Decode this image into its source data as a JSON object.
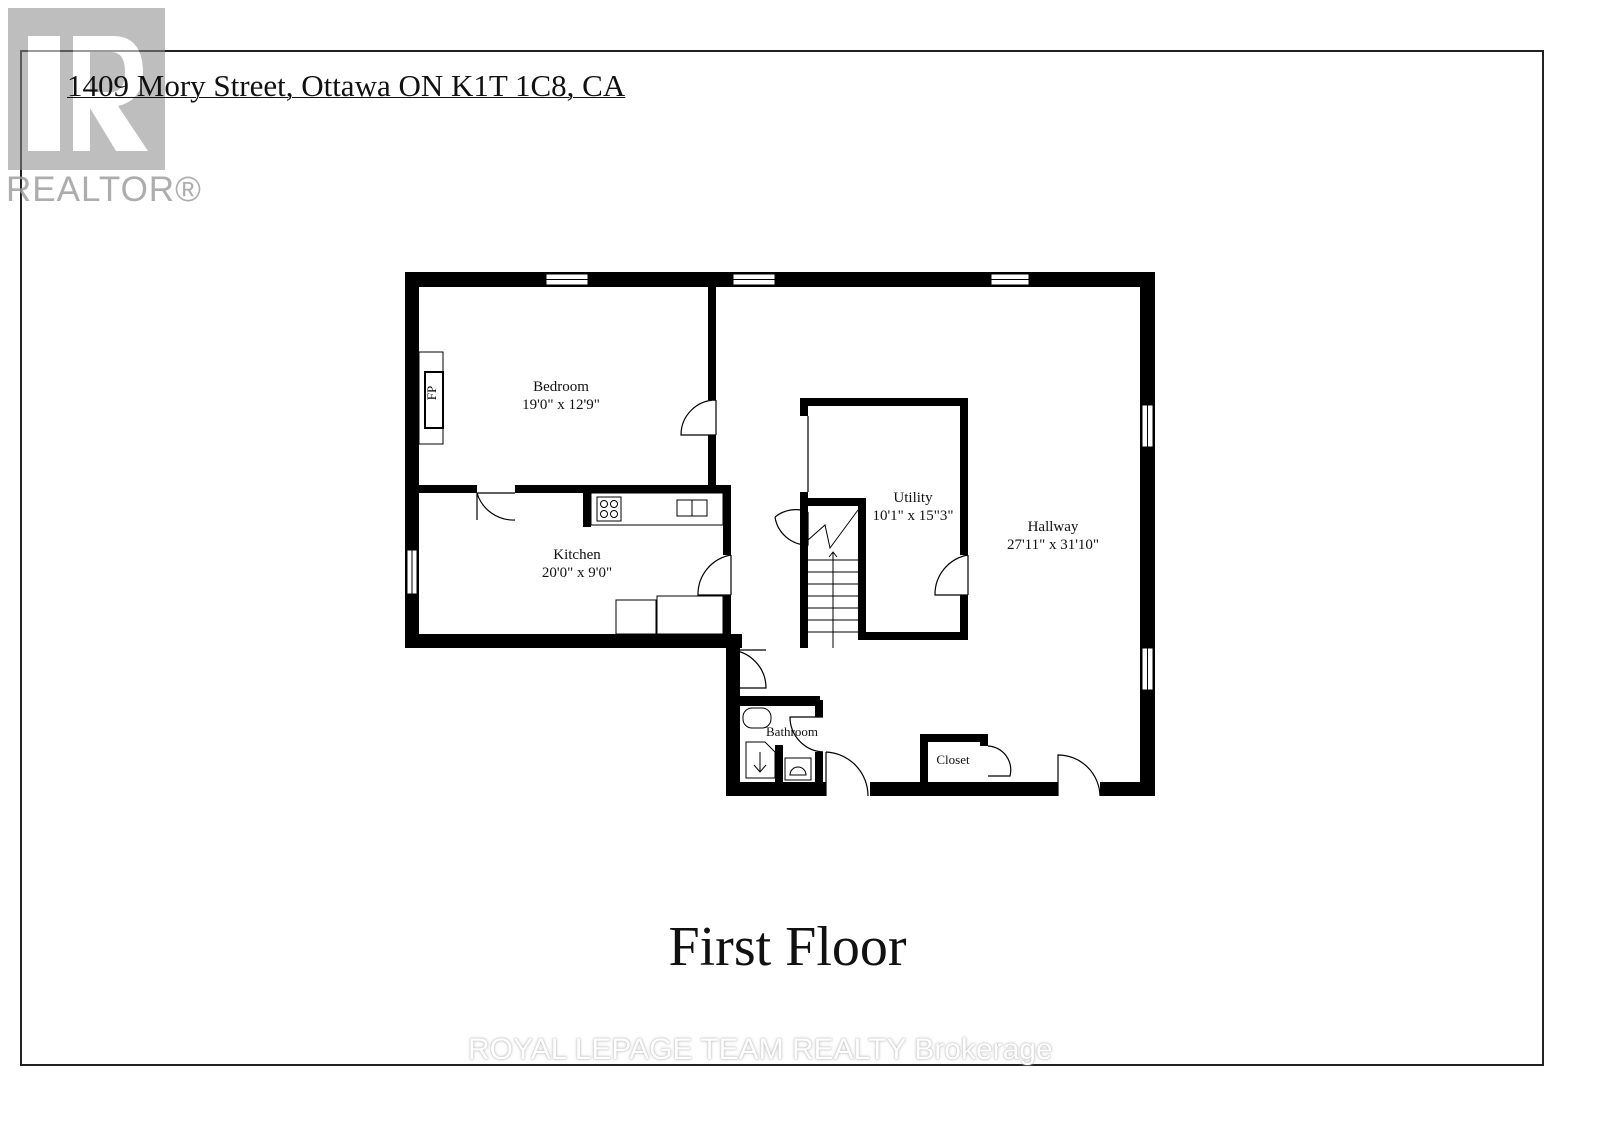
{
  "header": {
    "address": "1409 Mory Street, Ottawa ON K1T 1C8, CA"
  },
  "logo": {
    "text": "REALTOR®",
    "icon": "realtor-r-logo",
    "color": "#8a8a8a"
  },
  "rooms": [
    {
      "name": "Bedroom",
      "size": "19'0\" x 12'9\""
    },
    {
      "name": "Kitchen",
      "size": "20'0\" x 9'0\""
    },
    {
      "name": "Utility",
      "size": "10'1\" x 15\"3\""
    },
    {
      "name": "Hallway",
      "size": "27'11\" x 31'10\""
    },
    {
      "name": "Bathroom",
      "size": ""
    },
    {
      "name": "Closet",
      "size": ""
    }
  ],
  "fireplace_label": "FP",
  "floor_title": "First Floor",
  "watermark": "ROYAL LEPAGE TEAM REALTY  Brokerage",
  "colors": {
    "wall": "#000000",
    "background": "#ffffff",
    "logo": "#8a8a8a"
  }
}
